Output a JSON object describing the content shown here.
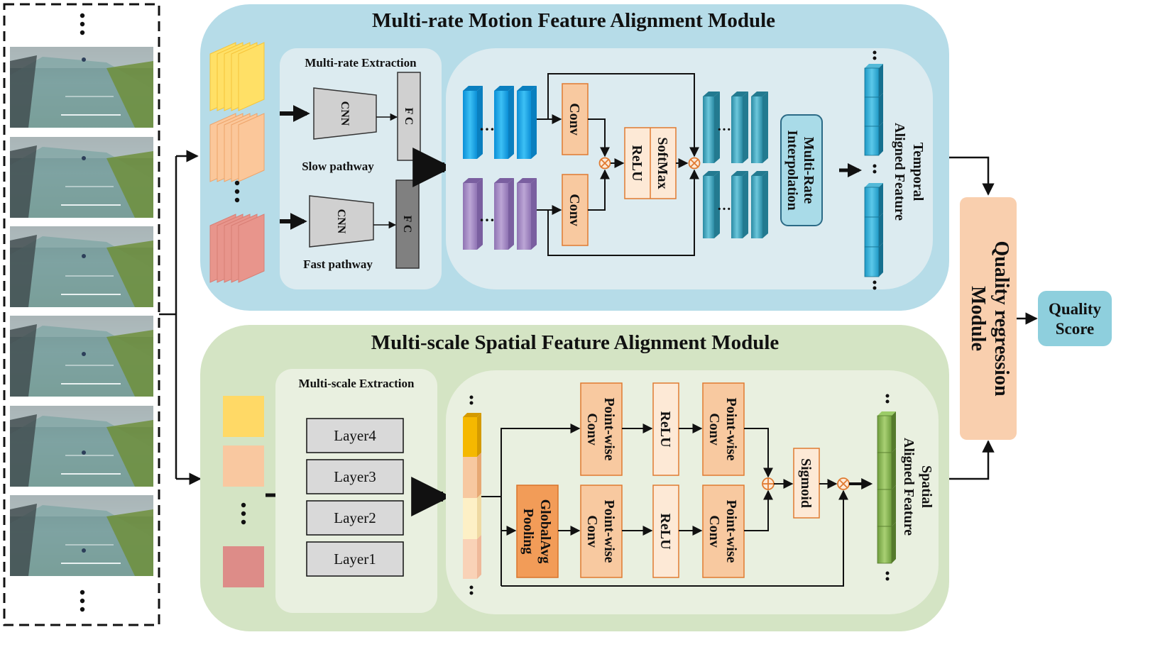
{
  "motion_module": {
    "title": "Multi-rate Motion Feature Alignment Module",
    "extraction_title": "Multi-rate Extraction",
    "cnn_label": "CNN",
    "fc_label": "F C",
    "slow_pathway": "Slow pathway",
    "fast_pathway": "Fast pathway",
    "conv_label": "Conv",
    "relu_label": "ReLU",
    "softmax_label": "SoftMax",
    "interp_label_line1": "Multi-Rate",
    "interp_label_line2": "Interpolation",
    "output_label_line1": "Temporal",
    "output_label_line2": "Aligned Feature"
  },
  "spatial_module": {
    "title": "Multi-scale Spatial Feature Alignment Module",
    "extraction_title": "Multi-scale Extraction",
    "layers": [
      "Layer4",
      "Layer3",
      "Layer2",
      "Layer1"
    ],
    "pointwise_line1": "Point-wise",
    "pointwise_line2": "Conv",
    "relu_label": "ReLU",
    "gap_line1": "GlobalAvg",
    "gap_line2": "Pooling",
    "sigmoid_label": "Sigmoid",
    "output_label_line1": "Spatial",
    "output_label_line2": "Aligned Feature"
  },
  "regression": {
    "line1": "Quality regression",
    "line2": "Module"
  },
  "score": {
    "line1": "Quality",
    "line2": "Score"
  },
  "ellipsis": "…",
  "colors": {
    "motion_bg": "#b6dce8",
    "spatial_bg": "#d4e4c4",
    "orange_box": "#f8c9a0",
    "orange_dark": "#f0a060",
    "blue_feat": "#1aa8e8",
    "purple_feat": "#a78ac4",
    "teal_feat": "#3fa9c0",
    "green_feat": "#8ab55a",
    "score_bg": "#8ecfdd"
  }
}
